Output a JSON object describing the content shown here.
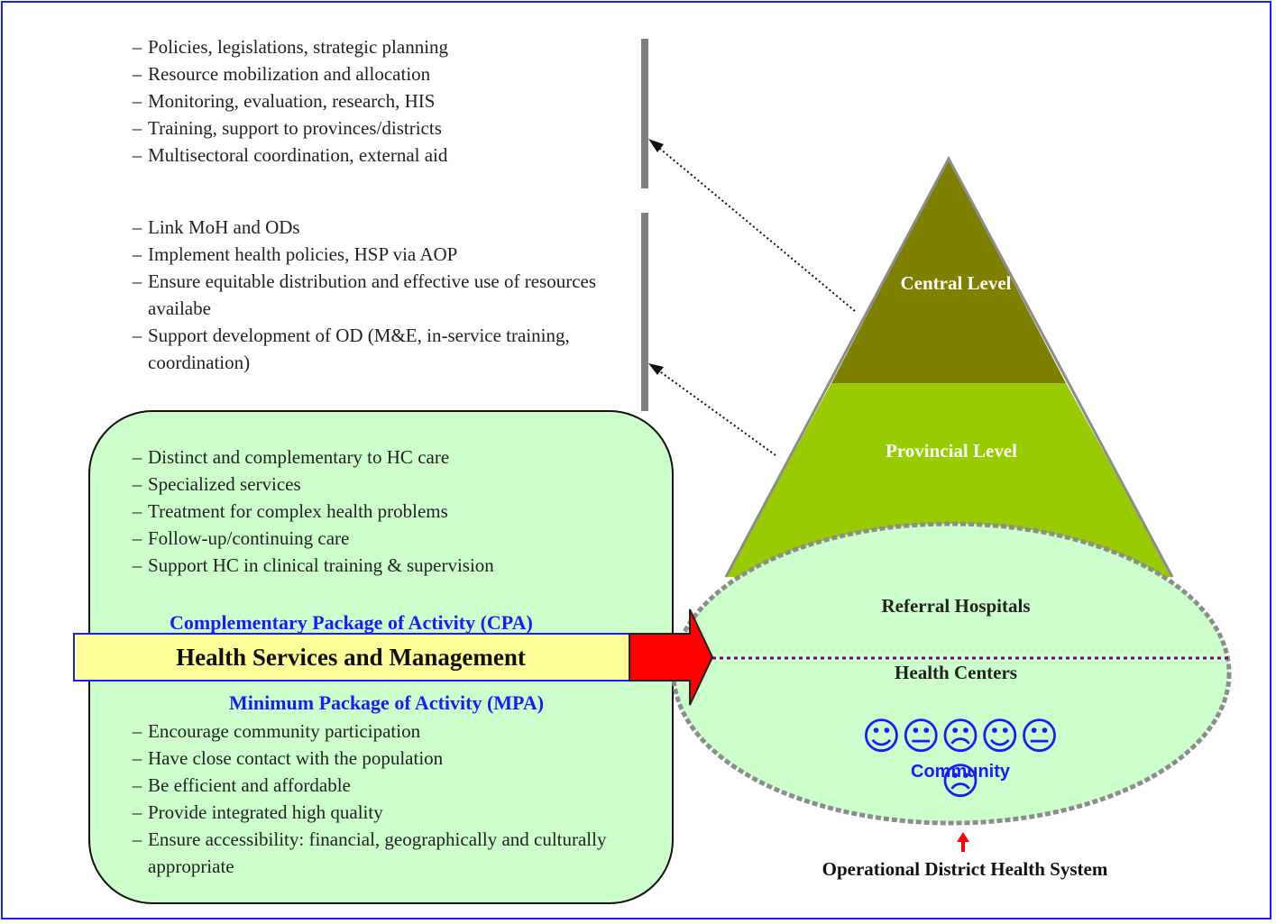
{
  "central_list": [
    "Policies, legislations, strategic planning",
    "Resource mobilization and allocation",
    "Monitoring, evaluation, research, HIS",
    "Training, support to provinces/districts",
    "Multisectoral coordination, external aid"
  ],
  "provincial_list": [
    "Link MoH and ODs",
    "Implement health policies, HSP via AOP",
    "Ensure equitable distribution and effective use of resources availabe",
    "Support development of OD (M&E, in-service training, coordination)"
  ],
  "cpa_list": [
    "Distinct and complementary to HC care",
    "Specialized services",
    "Treatment for complex health problems",
    "Follow-up/continuing care",
    "Support HC in clinical training & supervision"
  ],
  "mpa_list": [
    "Encourage community participation",
    "Have close contact with the population",
    "Be efficient and affordable",
    "Provide integrated high quality",
    "Ensure accessibility: financial, geographically and culturally appropriate"
  ],
  "labels": {
    "cpa_title": "Complementary Package of Activity (CPA)",
    "mpa_title": "Minimum Package of Activity (MPA)",
    "health_services": "Health Services and Management",
    "central_level": "Central Level",
    "provincial_level": "Provincial Level",
    "referral_hospitals": "Referral Hospitals",
    "health_centers": "Health Centers",
    "faces": "☺😐☹☺😐☹",
    "community": "Community",
    "odhs": "Operational District Health System"
  },
  "colors": {
    "border": "#1a1aff",
    "central_level": "#7f7f00",
    "provincial_level": "#99cc00",
    "community_fill": "#ccffcc",
    "arrow_body": "#ffff99",
    "arrow_head": "#ff0000",
    "package_title": "#1a1aff"
  }
}
